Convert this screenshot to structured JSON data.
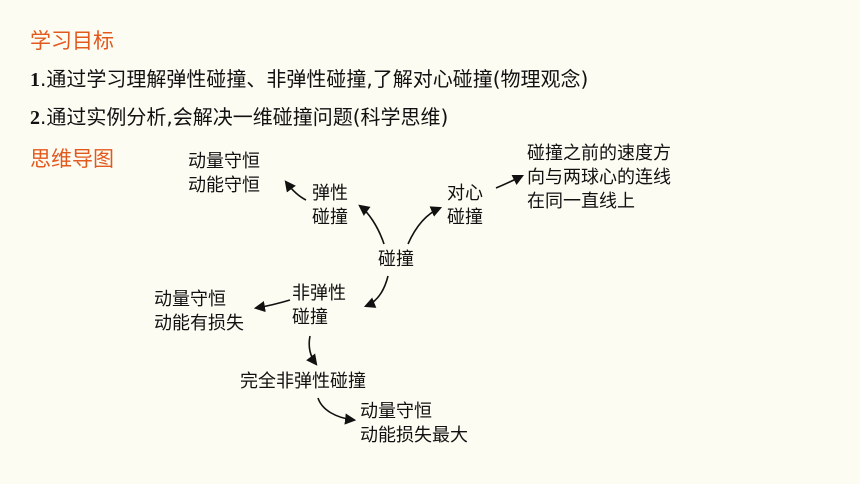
{
  "heading_goals": "学习目标",
  "goals": [
    {
      "num": "1",
      "text": ".通过学习理解弹性碰撞、非弹性碰撞,了解对心碰撞(物理观念)"
    },
    {
      "num": "2",
      "text": ".通过实例分析,会解决一维碰撞问题(科学思维)"
    }
  ],
  "heading_map": "思维导图",
  "mindmap": {
    "center": "碰撞",
    "elastic": {
      "l1": "弹性",
      "l2": "碰撞"
    },
    "elastic_result": {
      "l1": "动量守恒",
      "l2": "动能守恒"
    },
    "central": {
      "l1": "对心",
      "l2": "碰撞"
    },
    "central_desc": {
      "l1": "碰撞之前的速度方",
      "l2": "向与两球心的连线",
      "l3": "在同一直线上"
    },
    "inelastic": {
      "l1": "非弹性",
      "l2": "碰撞"
    },
    "inelastic_result": {
      "l1": "动量守恒",
      "l2": "动能有损失"
    },
    "perfectly_inelastic": "完全非弹性碰撞",
    "perfect_result": {
      "l1": "动量守恒",
      "l2": "动能损失最大"
    }
  }
}
